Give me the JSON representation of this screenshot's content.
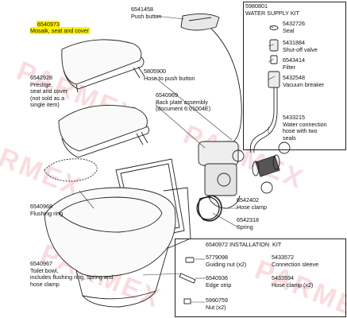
{
  "watermark": "PARMEX",
  "colors": {
    "highlight": "#fff200",
    "watermark": "#d7283c"
  },
  "labels": {
    "seat_cover": "6540973\nMosaik, seat and cover",
    "push_button": "6541458\nPush button",
    "prestige_seat": "6542928\nPrestige,\nseat and cover\n(not sold as a\nsingle item)",
    "hose_push": "5805900\nHose to push button",
    "back_plate": "6540969\nBack plate assembly\n(document 6:01004E)",
    "flushing_ring": "6540968\nFlushing ring",
    "hose_clamp": "6542402\nHose clamp",
    "spring": "6542318\nSpring",
    "toilet_bowl": "6540967\nToilet bowl,\nincludes flushing ring, spring and\nhose clamp"
  },
  "water_supply_kit": {
    "title": "5980801\nWATER SUPPLY KIT",
    "seal": "5432726\nSeal",
    "shutoff": "5431884\nShut-off valve",
    "filter": "6543414\nFilter",
    "vacuum": "5432548\nVacuum breaker",
    "hose": "5433215\nWater connection\nhose with two\nseals"
  },
  "installation_kit": {
    "title": "6540972 INSTALLATION  KIT",
    "guiding_nut": "5779098\nGuiding nut (x2)",
    "edge_strip": "6540936\nEdge strip",
    "nut": "5990759\nNut (x2)",
    "connection_sleeve": "5433572\nConnection sleeve",
    "hose_clamp_kit": "5433594\nHose clamp (x2)"
  }
}
